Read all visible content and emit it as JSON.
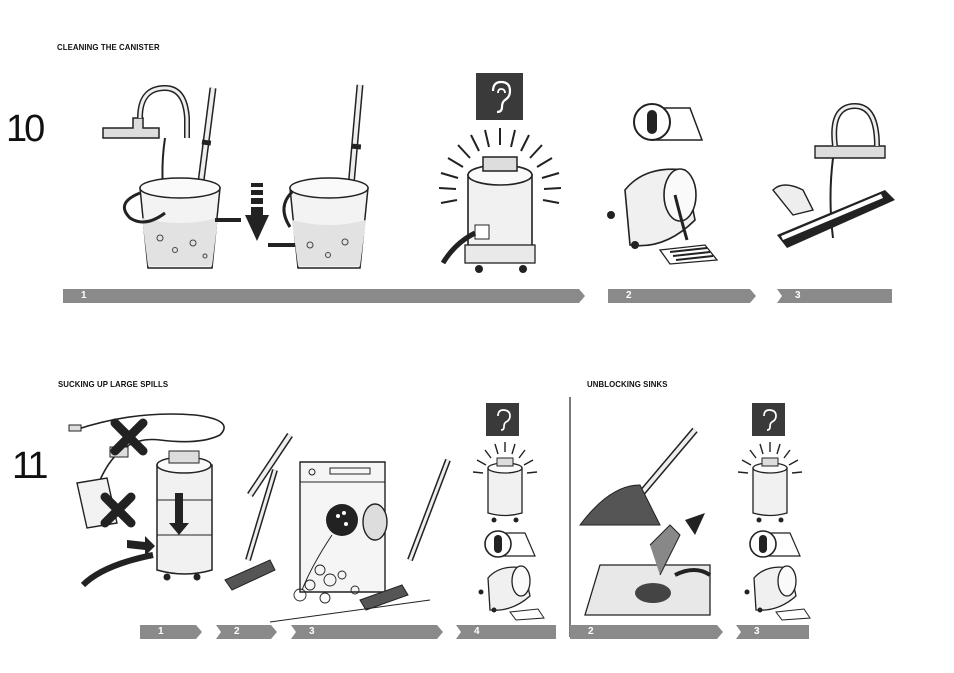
{
  "section10": {
    "number": "10",
    "heading": "CLEANING THE CANISTER",
    "bars": [
      "1",
      "2",
      "3"
    ]
  },
  "section11": {
    "number": "11",
    "heading_left": "SUCKING UP LARGE SPILLS",
    "heading_right": "UNBLOCKING SINKS",
    "bars_left": [
      "1",
      "2",
      "3",
      "4"
    ],
    "bars_right": [
      "2",
      "3"
    ]
  },
  "icons": [
    "ear-icon",
    "power-switch-icon",
    "cross-icon",
    "down-arrow-icon"
  ]
}
